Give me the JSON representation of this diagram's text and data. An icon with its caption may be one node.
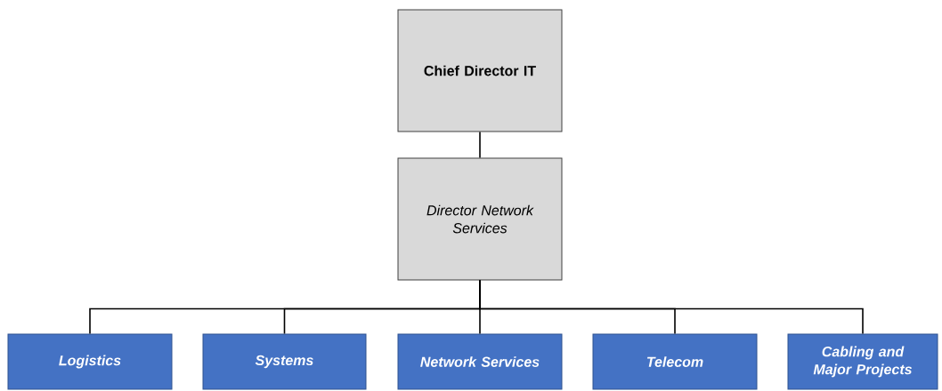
{
  "diagram": {
    "nodes": [
      {
        "text": [
          "Chief Director IT"
        ]
      },
      {
        "text": [
          "Director Network Services"
        ]
      },
      {
        "text": [
          "Logistics"
        ]
      },
      {
        "text": [
          "Systems"
        ]
      },
      {
        "text": [
          "Network Services"
        ]
      },
      {
        "text": [
          "Telecom"
        ]
      },
      {
        "text": [
          "Cabling and Major Projects"
        ]
      }
    ],
    "edges": [
      {
        "from": 0,
        "to": 1,
        "arrow": "none"
      },
      {
        "from": 1,
        "to": 2,
        "arrow": "none"
      },
      {
        "from": 1,
        "to": 3,
        "arrow": "none"
      },
      {
        "from": 1,
        "to": 4,
        "arrow": "none"
      },
      {
        "from": 1,
        "to": 5,
        "arrow": "none"
      },
      {
        "from": 1,
        "to": 6,
        "arrow": "none"
      }
    ]
  }
}
